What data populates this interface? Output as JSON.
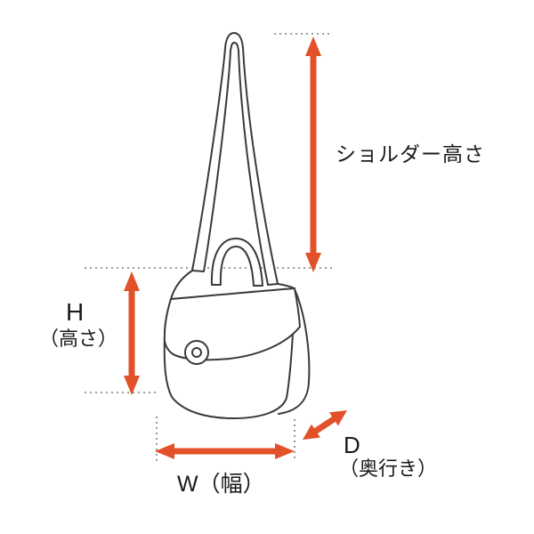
{
  "colors": {
    "arrow-color": "#e2512a",
    "line-color": "#3a3a3a",
    "dotted-color": "#9b9b9b",
    "text-color": "#1a1a1a",
    "bg-color": "#ffffff"
  },
  "labels": {
    "shoulder_height": "ショルダー高さ",
    "height_abbr": "H",
    "height_name": "（高さ）",
    "width": "W（幅）",
    "depth_abbr": "D",
    "depth_name": "（奥行き）"
  }
}
